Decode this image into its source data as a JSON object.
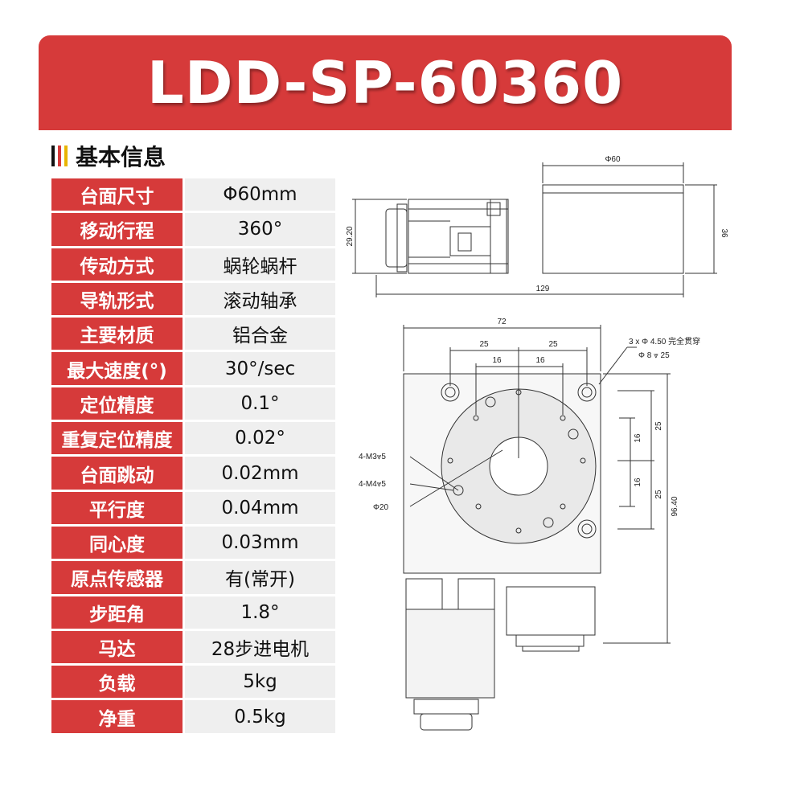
{
  "banner": {
    "title": "LDD-SP-60360",
    "color": "#d63a3a"
  },
  "section": {
    "title": "基本信息",
    "bar_colors": [
      "#111111",
      "#d63a3a",
      "#e8b400"
    ]
  },
  "specs": [
    {
      "label": "台面尺寸",
      "value": "Φ60mm"
    },
    {
      "label": "移动行程",
      "value": "360°"
    },
    {
      "label": "传动方式",
      "value": "蜗轮蜗杆"
    },
    {
      "label": "导轨形式",
      "value": "滚动轴承"
    },
    {
      "label": "主要材质",
      "value": "铝合金"
    },
    {
      "label": "最大速度(°)",
      "value": "30°/sec"
    },
    {
      "label": "定位精度",
      "value": "0.1°"
    },
    {
      "label": "重复定位精度",
      "value": "0.02°"
    },
    {
      "label": "台面跳动",
      "value": "0.02mm"
    },
    {
      "label": "平行度",
      "value": "0.04mm"
    },
    {
      "label": "同心度",
      "value": "0.03mm"
    },
    {
      "label": "原点传感器",
      "value": "有(常开)"
    },
    {
      "label": "步距角",
      "value": "1.8°"
    },
    {
      "label": "马达",
      "value": "28步进电机"
    },
    {
      "label": "负载",
      "value": "5kg"
    },
    {
      "label": "净重",
      "value": "0.5kg"
    }
  ],
  "drawing": {
    "side_view": {
      "top_width": "Φ60",
      "height_left": "29.20",
      "height_right": "36",
      "length": "129"
    },
    "top_view": {
      "width": "72",
      "hole_spacing_left": "25",
      "hole_spacing_right": "25",
      "inner_left": "16",
      "inner_right": "16",
      "hole_note_line1": "3 x Φ 4.50 完全贯穿",
      "hole_note_line2": "Φ 8 ⩔ 25",
      "thread_m3": "4-M3⩔5",
      "thread_m4": "4-M4⩔5",
      "center_bore": "Φ20",
      "v_upper_25": "25",
      "v_upper_16": "16",
      "v_lower_16": "16",
      "v_lower_25": "25",
      "total_height": "96.40"
    }
  }
}
